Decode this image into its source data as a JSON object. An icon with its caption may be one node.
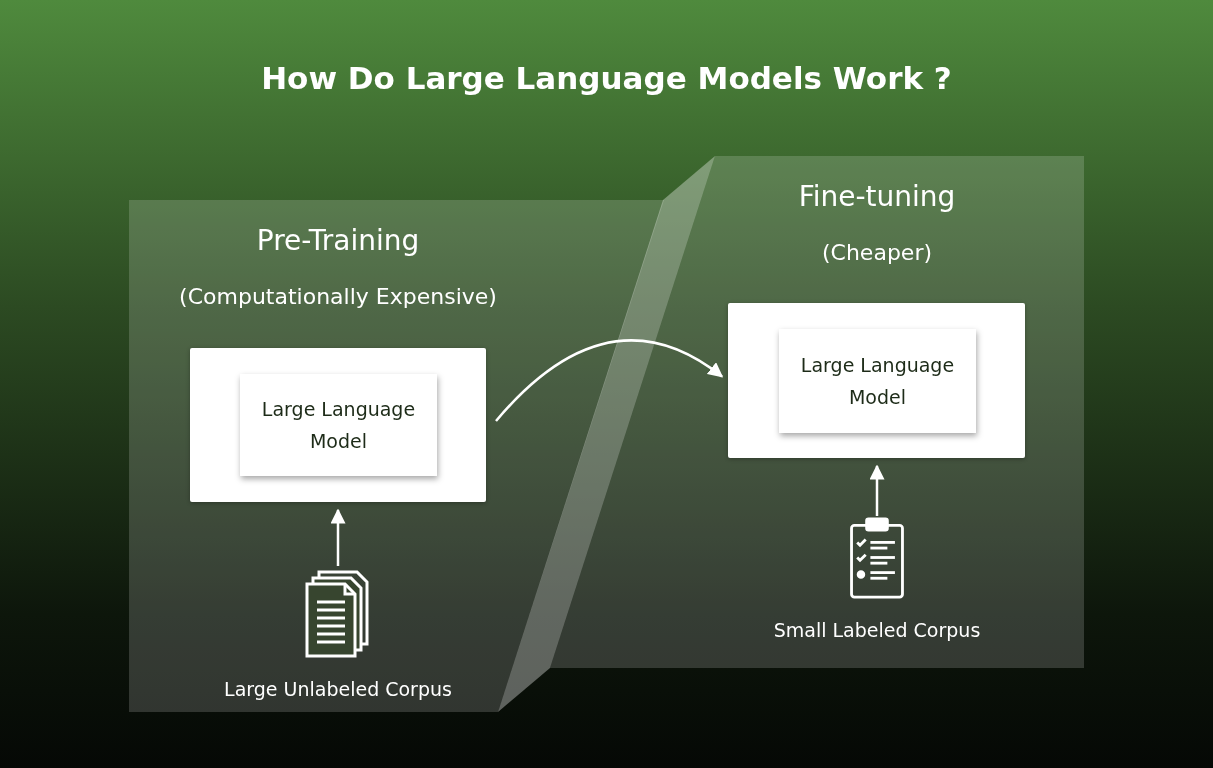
{
  "diagram": {
    "title": "How Do Large Language Models Work ?",
    "nodes": [
      {
        "text": [
          "Pre-Training",
          "(Computationally Expensive)"
        ]
      },
      {
        "text": [],
        "shape": "box",
        "in": 0
      },
      {
        "text": [
          "Large Language Model"
        ],
        "in": 1
      },
      {
        "text": [
          "Large Unlabeled Corpus"
        ],
        "in": 0
      },
      {
        "text": [
          "Fine-tuning",
          "(Cheaper)"
        ]
      },
      {
        "text": [],
        "shape": "box",
        "in": 4
      },
      {
        "text": [
          "Large Language Model"
        ],
        "in": 5
      },
      {
        "text": [
          "Small Labeled Corpus"
        ],
        "in": 4
      }
    ],
    "edges": [
      {
        "from": 3,
        "to": 1,
        "arrow": "to"
      },
      {
        "from": 1,
        "to": 5,
        "arrow": "to"
      },
      {
        "from": 7,
        "to": 5,
        "arrow": "to"
      }
    ]
  }
}
